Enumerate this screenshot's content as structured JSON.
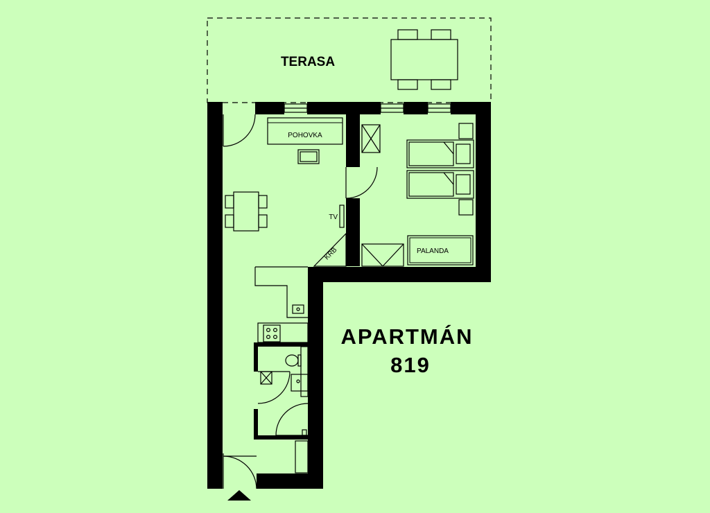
{
  "colors": {
    "background": "#ccffbb",
    "wall": "#000000"
  },
  "labels": {
    "terrace": "TERASA",
    "sofa": "POHOVKA",
    "tv": "TV",
    "fireplace": "KRB",
    "bunk_bed": "PALANDA",
    "apartment_title": "APARTMÁN",
    "apartment_number": "819"
  },
  "icons": {
    "entrance": "entrance-arrow-icon"
  }
}
